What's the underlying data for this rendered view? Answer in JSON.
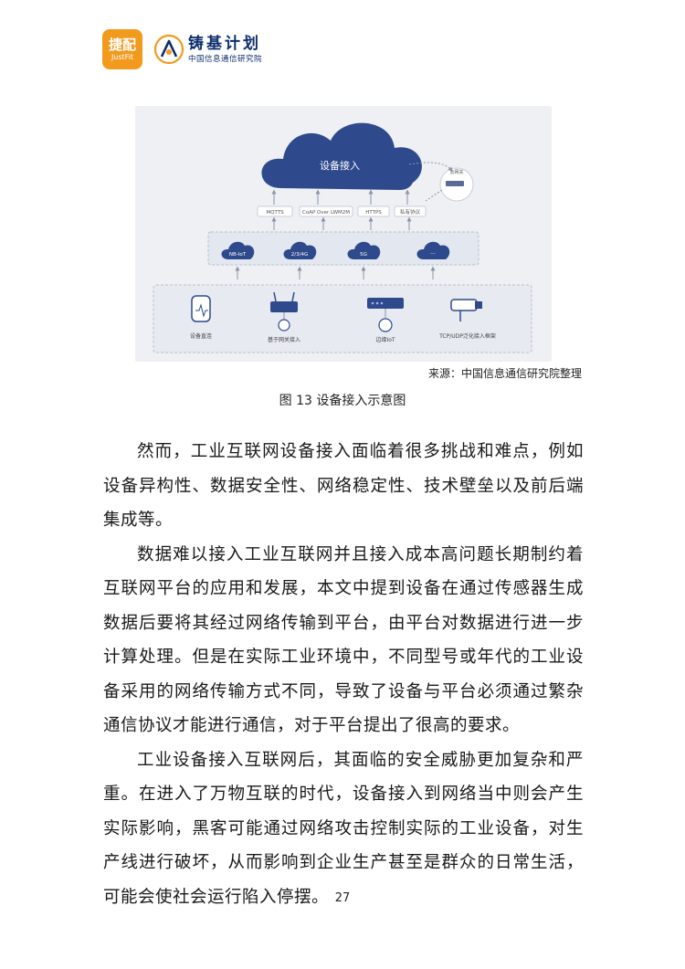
{
  "header": {
    "logo_justfit_cn": "捷配",
    "logo_justfit_en": "JustFit",
    "logo_zhuji_title": "铸基计划",
    "logo_zhuji_subtitle": "中国信息通信研究院"
  },
  "figure": {
    "cloud_label": "设备接入",
    "protocols": [
      "MQTTS",
      "CoAP Over LWM2M",
      "HTTPS",
      "私有协议"
    ],
    "gateway_label": "云网关",
    "networks": [
      "NB-IoT",
      "2/3/4G",
      "5G",
      "···"
    ],
    "devices": [
      "设备直连",
      "基于网关接入",
      "边缘IoT",
      "TCP/UDP泛化接入框架"
    ]
  },
  "source": "来源：中国信息通信研究院整理",
  "caption": "图 13 设备接入示意图",
  "paragraphs": [
    "然而，工业互联网设备接入面临着很多挑战和难点，例如设备异构性、数据安全性、网络稳定性、技术壁垒以及前后端集成等。",
    "数据难以接入工业互联网并且接入成本高问题长期制约着互联网平台的应用和发展，本文中提到设备在通过传感器生成数据后要将其经过网络传输到平台，由平台对数据进行进一步计算处理。但是在实际工业环境中，不同型号或年代的工业设备采用的网络传输方式不同，导致了设备与平台必须通过繁杂通信协议才能进行通信，对于平台提出了很高的要求。",
    "工业设备接入互联网后，其面临的安全威胁更加复杂和严重。在进入了万物互联的时代，设备接入到网络当中则会产生实际影响，黑客可能通过网络攻击控制实际的工业设备，对生产线进行破坏，从而影响到企业生产甚至是群众的日常生活，可能会使社会运行陷入停摆。"
  ],
  "page_number": "27",
  "colors": {
    "brand_orange": "#f29a1e",
    "brand_navy": "#0d2d6c",
    "cloud_navy": "#2f4a8c",
    "diagram_bg": "#eef0f4"
  }
}
